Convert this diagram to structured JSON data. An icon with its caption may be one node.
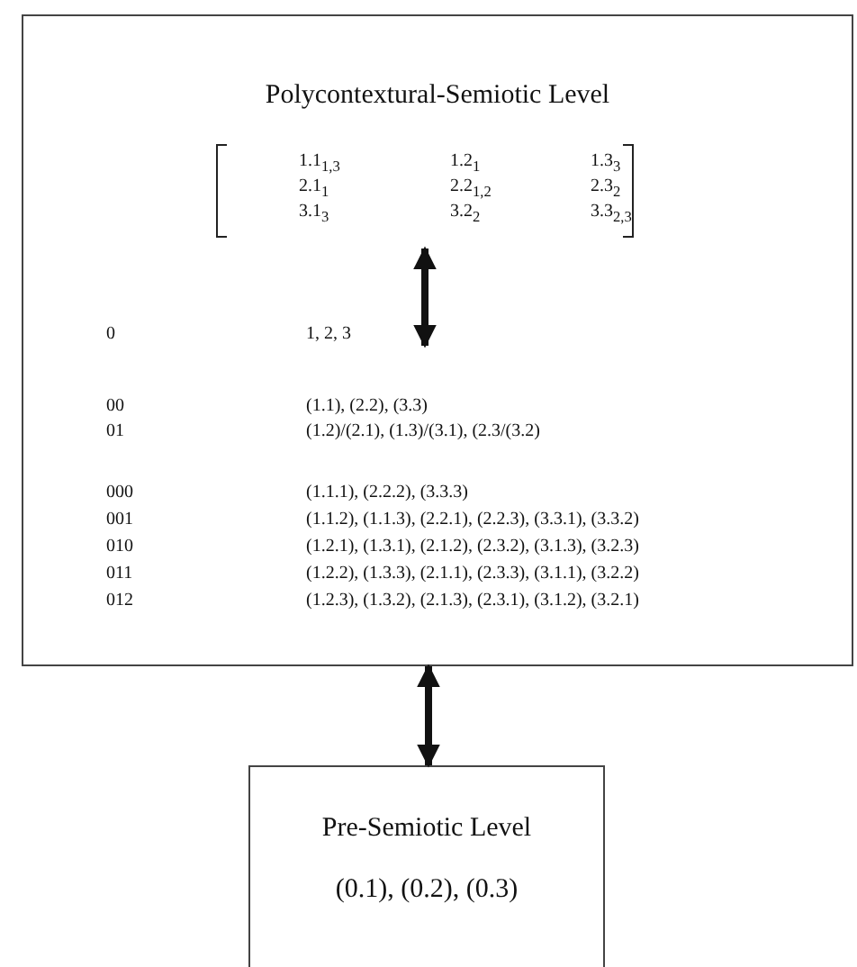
{
  "diagram": {
    "nodes": [
      {
        "text": [
          "Polycontextural-Semiotic Level"
        ]
      },
      {
        "text": [
          "1.1$_{1,3}$",
          "1.2$_{1}$",
          "1.3$_{3}$",
          "2.1$_{1}$",
          "2.2$_{1,2}$",
          "2.3$_{2}$",
          "3.1$_{3}$",
          "3.2$_{2}$",
          "3.3$_{2,3}$"
        ],
        "in": 0
      },
      {
        "text": [
          "0",
          "1, 2, 3",
          "00",
          "(1.1), (2.2), (3.3)",
          "01",
          "(1.2)/(2.1), (1.3)/(3.1), (2.3/(3.2)",
          "000",
          "(1.1.1), (2.2.2), (3.3.3)",
          "001",
          "(1.1.2), (1.1.3), (2.2.1), (2.2.3), (3.3.1), (3.3.2)",
          "010",
          "(1.2.1), (1.3.1), (2.1.2), (2.3.2), (3.1.3), (3.2.3)",
          "011",
          "(1.2.2), (1.3.3), (2.1.1), (2.3.3), (3.1.1), (3.2.2)",
          "012",
          "(1.2.3), (1.3.2), (2.1.3), (2.3.1), (3.1.2), (3.2.1)"
        ],
        "in": 0
      },
      {
        "text": [
          "Pre-Semiotic Level",
          "(0.1), (0.2), (0.3)"
        ]
      }
    ],
    "edges": [
      {
        "from": 1,
        "to": 2,
        "arrow": "both"
      },
      {
        "from": 0,
        "to": 3,
        "arrow": "both"
      }
    ]
  }
}
